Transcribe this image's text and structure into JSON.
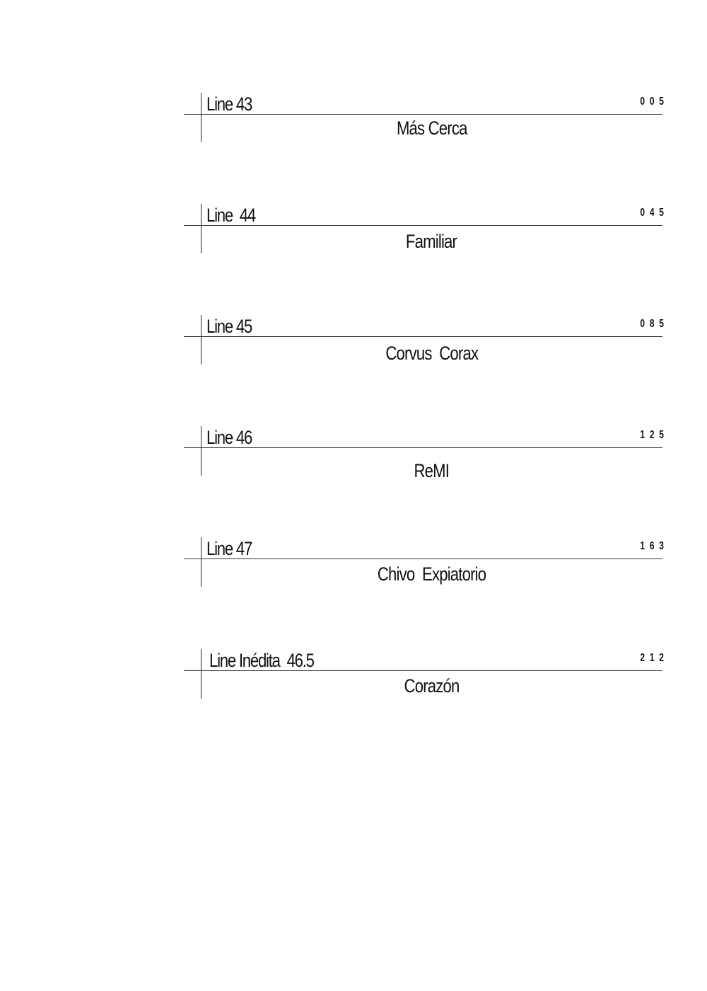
{
  "toc": {
    "entries": [
      {
        "chapter": "Line 43",
        "page": "005",
        "title": "Más Cerca"
      },
      {
        "chapter": "Line  44",
        "page": "045",
        "title": "Familiar"
      },
      {
        "chapter": "Line 45",
        "page": "085",
        "title": "Corvus  Corax"
      },
      {
        "chapter": "Line 46",
        "page": "125",
        "title": "ReMI"
      },
      {
        "chapter": "Line 47",
        "page": "163",
        "title": "Chivo  Expiatorio"
      },
      {
        "chapter": "Line Inédita  46.5",
        "page": "212",
        "title": "Corazón"
      }
    ]
  }
}
